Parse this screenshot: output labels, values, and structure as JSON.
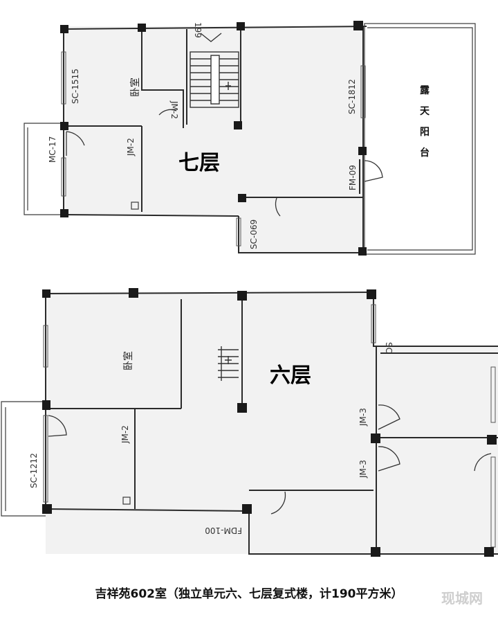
{
  "floor7": {
    "title": "七层",
    "bedroom": "卧室",
    "balcony_chars": [
      "露",
      "天",
      "阳",
      "台"
    ],
    "windows": {
      "sc1515": "SC-1515",
      "sc1812": "SC-1812",
      "sc069": "SC-069",
      "mc17": "MC-17"
    },
    "doors": {
      "jm2a": "JM-2",
      "jm2b": "JM-2",
      "fm09": "FM-09"
    },
    "stair_tag": "199"
  },
  "floor6": {
    "title": "六层",
    "bedroom": "卧室",
    "windows": {
      "sc1212": "SC-1212",
      "sc_small": "SC"
    },
    "doors": {
      "jm2": "JM-2",
      "jm3a": "JM-3",
      "jm3b": "JM-3",
      "fdm": "FDM-100"
    }
  },
  "caption": "吉祥苑602室（独立单元六、七层复式楼，计190平方米）",
  "watermark": "现城网"
}
